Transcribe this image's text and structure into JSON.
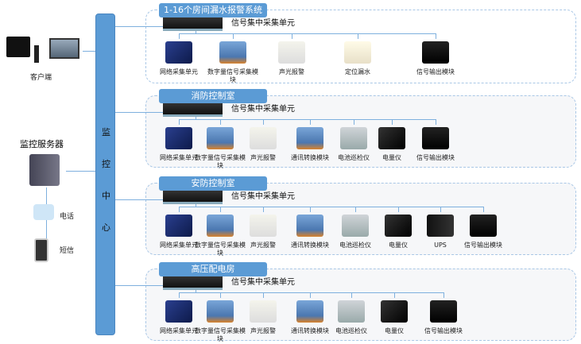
{
  "center": {
    "label": [
      "监",
      "控",
      "中",
      "心"
    ]
  },
  "client": {
    "label": "客户端"
  },
  "server": {
    "label": "监控服务器",
    "phone": "电话",
    "sms": "短信"
  },
  "collector_label": "信号集中采集单元",
  "sections": [
    {
      "title": "1-16个房间漏水报警系统",
      "devices": [
        {
          "name": "网络采集单元",
          "icon": "network-unit"
        },
        {
          "name": "数字量信号采集模块",
          "icon": "digital-module"
        },
        {
          "name": "声光报警",
          "icon": "alarm"
        },
        {
          "name": "定位漏水",
          "icon": "leak-detector"
        },
        {
          "name": "信号输出模块",
          "icon": "output-module"
        }
      ]
    },
    {
      "title": "消防控制室",
      "devices": [
        {
          "name": "网络采集单元",
          "icon": "network-unit"
        },
        {
          "name": "数字量信号采集模块",
          "icon": "digital-module"
        },
        {
          "name": "声光报警",
          "icon": "alarm"
        },
        {
          "name": "通讯转换模块",
          "icon": "digital-module"
        },
        {
          "name": "电池巡检仪",
          "icon": "battery-monitor"
        },
        {
          "name": "电量仪",
          "icon": "power-meter"
        },
        {
          "name": "信号输出模块",
          "icon": "output-module"
        }
      ]
    },
    {
      "title": "安防控制室",
      "devices": [
        {
          "name": "网络采集单元",
          "icon": "network-unit"
        },
        {
          "name": "数字量信号采集模块",
          "icon": "digital-module"
        },
        {
          "name": "声光报警",
          "icon": "alarm"
        },
        {
          "name": "通讯转换模块",
          "icon": "digital-module"
        },
        {
          "name": "电池巡检仪",
          "icon": "battery-monitor"
        },
        {
          "name": "电量仪",
          "icon": "power-meter"
        },
        {
          "name": "UPS",
          "icon": "ups"
        },
        {
          "name": "信号输出模块",
          "icon": "output-module"
        }
      ]
    },
    {
      "title": "高压配电房",
      "devices": [
        {
          "name": "网络采集单元",
          "icon": "network-unit"
        },
        {
          "name": "数字量信号采集模块",
          "icon": "digital-module"
        },
        {
          "name": "声光报警",
          "icon": "alarm"
        },
        {
          "name": "通讯转换模块",
          "icon": "digital-module"
        },
        {
          "name": "电池巡检仪",
          "icon": "battery-monitor"
        },
        {
          "name": "电量仪",
          "icon": "power-meter"
        },
        {
          "name": "信号输出模块",
          "icon": "output-module"
        }
      ]
    }
  ]
}
